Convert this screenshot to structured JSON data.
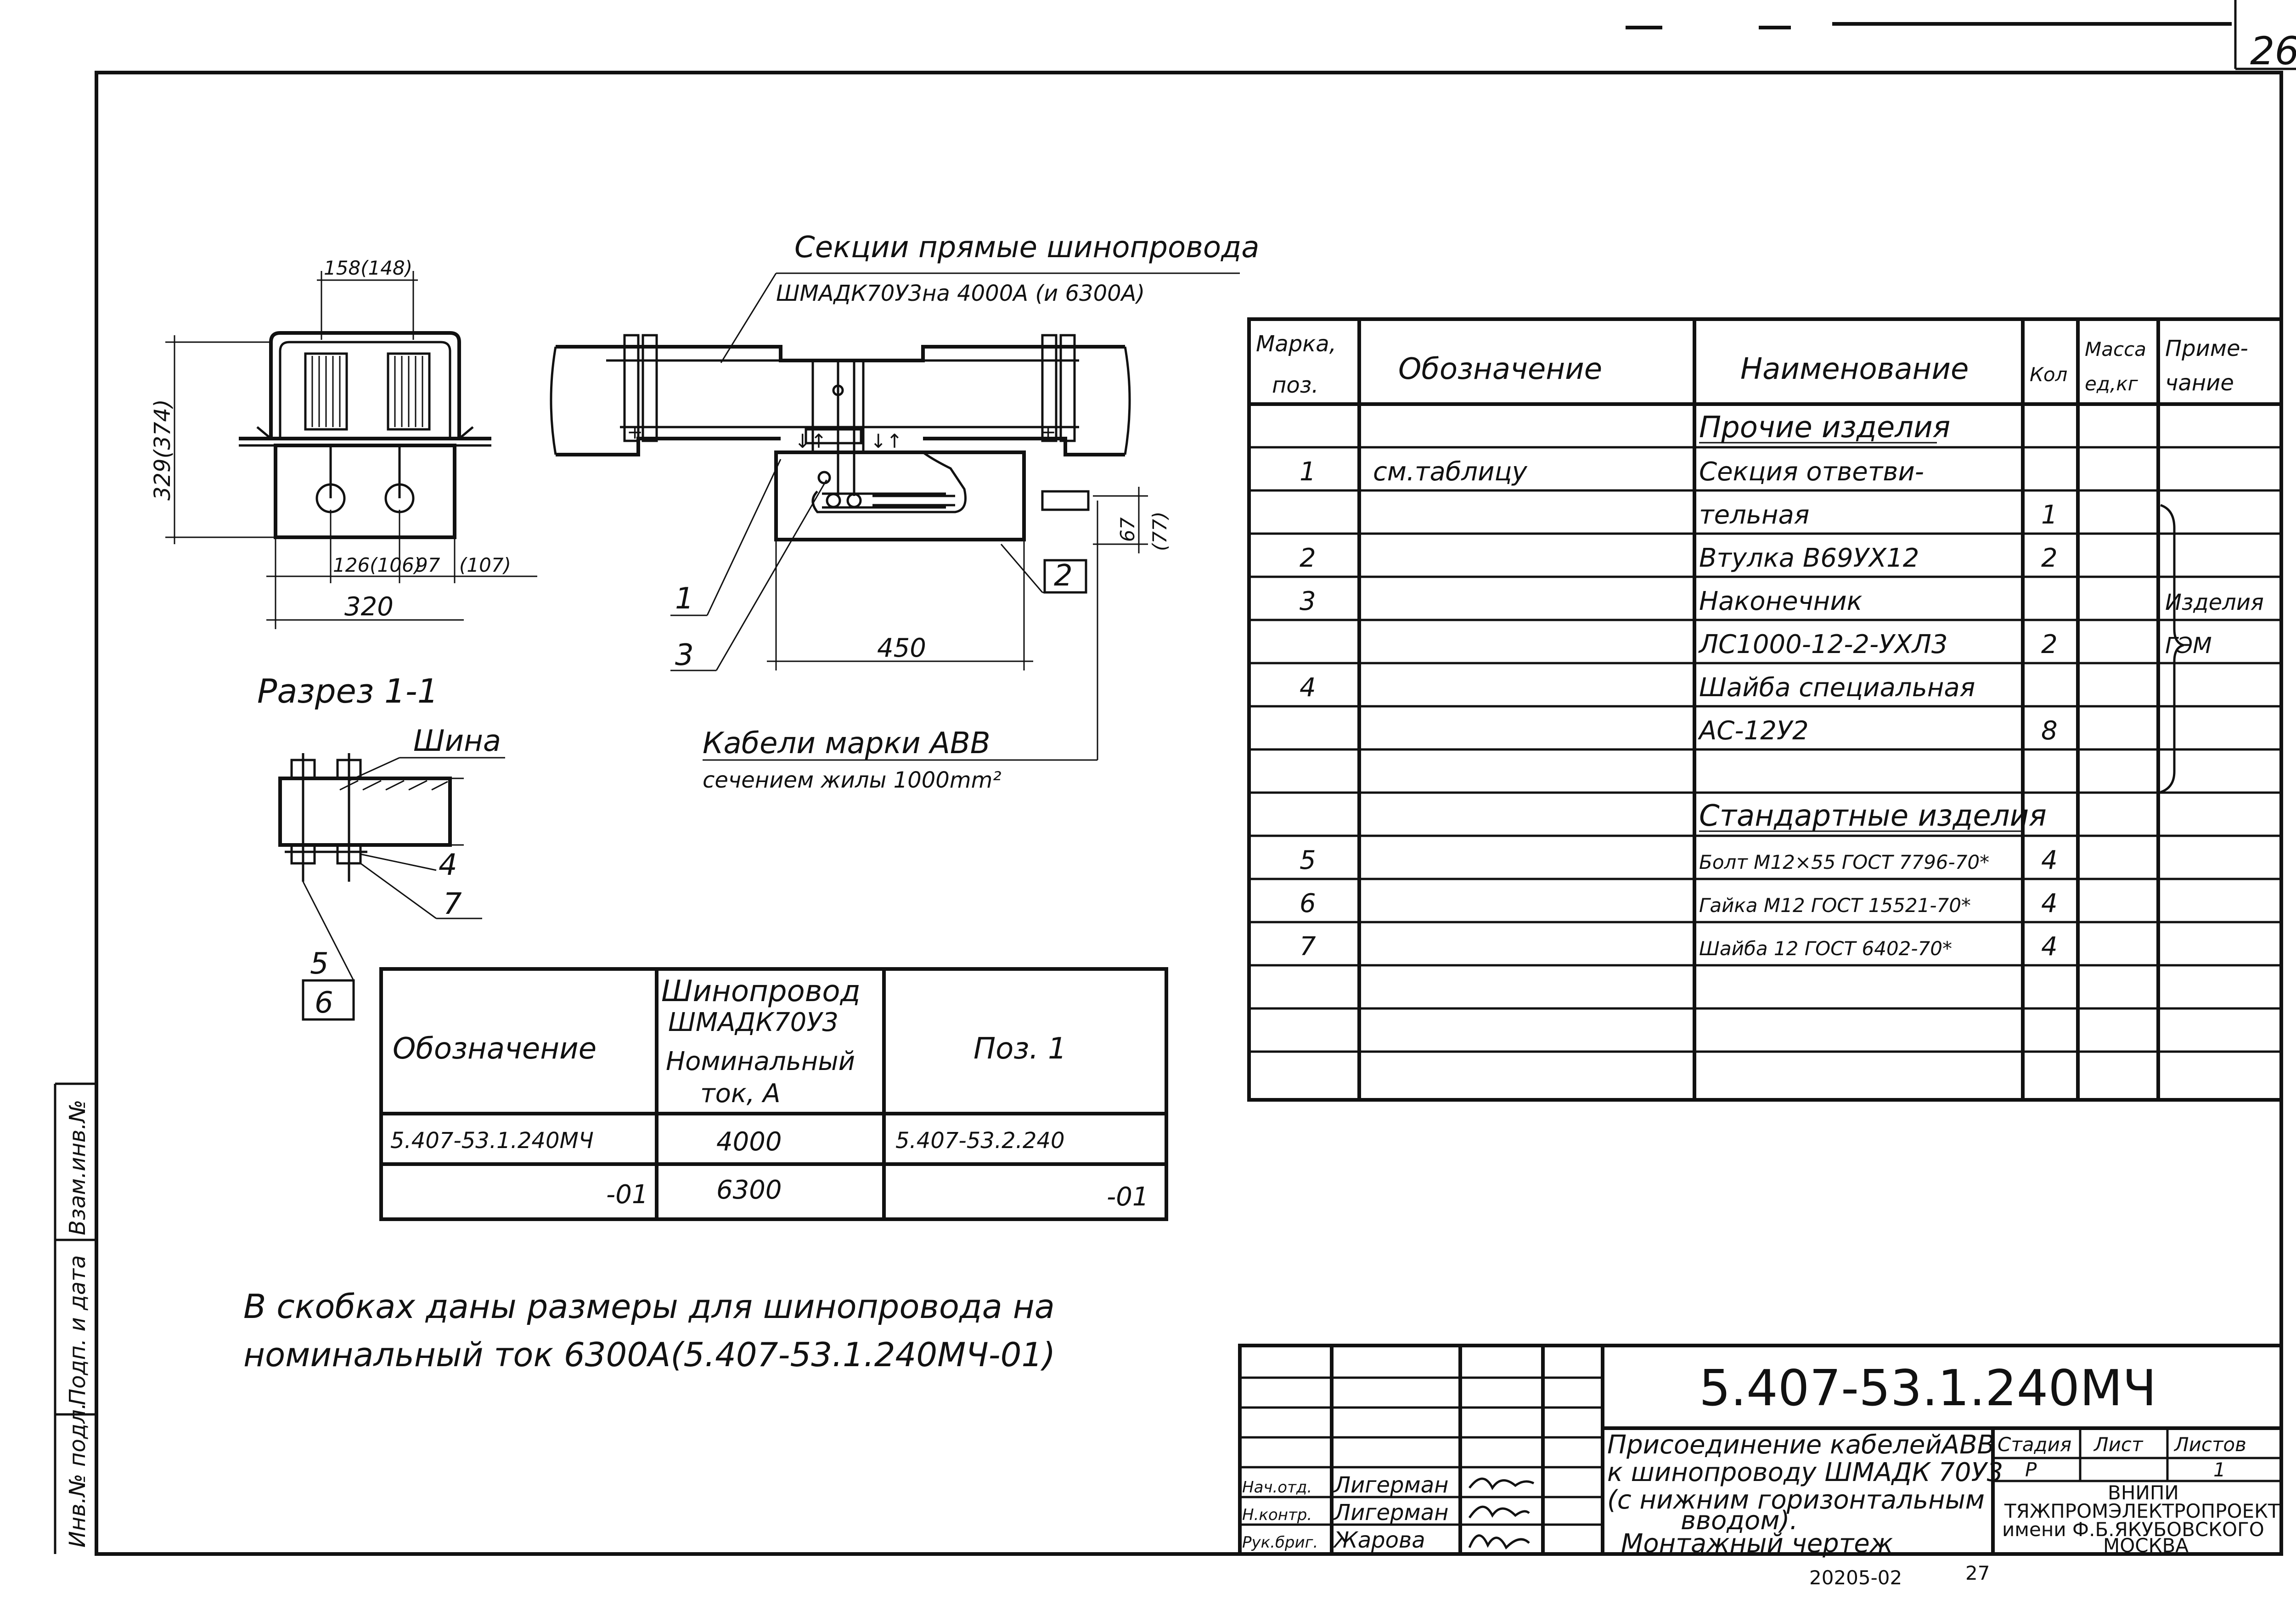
{
  "sheet_number": "26",
  "drawing": {
    "callout_title_1": "Секции прямые шинопровода",
    "callout_title_2": "ШМАДК70У3на 4000А (и 6300А)",
    "dim_width_top": "158(148)",
    "dim_height": "329(374)",
    "dim_pitch_1": "126(106)",
    "dim_pitch_2": "97",
    "dim_pitch_3": "(107)",
    "dim_width": "320",
    "dim_length": "450",
    "dim_offset_1": "67",
    "dim_offset_2": "(77)",
    "section_label": "Разрез 1-1",
    "bus_label": "Шина",
    "cable_label_1": "Кабели марки АВВ",
    "cable_label_2": "сечением жилы 1000mm²",
    "callouts": [
      "1",
      "2",
      "3",
      "4",
      "7",
      "5",
      "6"
    ]
  },
  "spec_table": {
    "headers": [
      "Марка, поз.",
      "Обозначение",
      "Наименование",
      "Кол",
      "Масса ед, кг",
      "Приме-чание"
    ],
    "rows": [
      {
        "pos": "",
        "designation": "",
        "name": "Прочие изделия",
        "qty": "",
        "mass": "",
        "note": ""
      },
      {
        "pos": "1",
        "designation": "см.таблицу",
        "name": "Секция ответви-",
        "qty": "",
        "mass": "",
        "note": ""
      },
      {
        "pos": "",
        "designation": "",
        "name": "тельная",
        "qty": "1",
        "mass": "",
        "note": ""
      },
      {
        "pos": "2",
        "designation": "",
        "name": "Втулка В69УХ12",
        "qty": "2",
        "mass": "",
        "note": ""
      },
      {
        "pos": "3",
        "designation": "",
        "name": "Наконечник",
        "qty": "",
        "mass": "",
        "note": "Изделия"
      },
      {
        "pos": "",
        "designation": "",
        "name": "ЛС1000-12-2-УХЛ3",
        "qty": "2",
        "mass": "",
        "note": "ГЭМ"
      },
      {
        "pos": "4",
        "designation": "",
        "name": "Шайба специальная",
        "qty": "",
        "mass": "",
        "note": ""
      },
      {
        "pos": "",
        "designation": "",
        "name": "АС-12У2",
        "qty": "8",
        "mass": "",
        "note": ""
      },
      {
        "pos": "",
        "designation": "",
        "name": "",
        "qty": "",
        "mass": "",
        "note": ""
      },
      {
        "pos": "",
        "designation": "",
        "name": "Стандартные изделия",
        "qty": "",
        "mass": "",
        "note": ""
      },
      {
        "pos": "5",
        "designation": "",
        "name": "Болт М12×55 ГОСТ 7796-70*",
        "qty": "4",
        "mass": "",
        "note": ""
      },
      {
        "pos": "6",
        "designation": "",
        "name": "Гайка М12 ГОСТ 15521-70*",
        "qty": "4",
        "mass": "",
        "note": ""
      },
      {
        "pos": "7",
        "designation": "",
        "name": "Шайба 12 ГОСТ 6402-70*",
        "qty": "4",
        "mass": "",
        "note": ""
      },
      {
        "pos": "",
        "designation": "",
        "name": "",
        "qty": "",
        "mass": "",
        "note": ""
      },
      {
        "pos": "",
        "designation": "",
        "name": "",
        "qty": "",
        "mass": "",
        "note": ""
      }
    ]
  },
  "variant_table": {
    "headers": [
      "Обозначение",
      "Шинопровод",
      "ШМАДК70У3",
      "Номинальный",
      "ток, А",
      "Поз. 1"
    ],
    "rows": [
      {
        "designation": "5.407-53.1.240МЧ",
        "current": "4000",
        "pos1": "5.407-53.2.240"
      },
      {
        "designation": "-01",
        "current": "6300",
        "pos1": "-01"
      }
    ]
  },
  "note": {
    "line1": "В скобках даны размеры для шинопровода на",
    "line2": "номинальный ток 6300А(5.407-53.1.240МЧ-01)"
  },
  "title_block": {
    "code": "5.407-53.1.240МЧ",
    "title_lines": [
      "Присоединение кабелейАВВ",
      "к шинопроводу ШМАДК 70У3",
      "(с нижним горизонтальным",
      "вводом).",
      "Монтажный чертеж"
    ],
    "stage_label": "Стадия",
    "sheet_label": "Лист",
    "sheets_label": "Листов",
    "stage_value": "Р",
    "sheets_value": "1",
    "org_lines": [
      "ВНИПИ",
      "ТЯЖПРОМЭЛЕКТРОПРОЕКТ",
      "имени Ф.Б.ЯКУБОВСКОГО",
      "МОСКВА"
    ],
    "signers": [
      {
        "role": "Нач.отд.",
        "name": "Лигерман"
      },
      {
        "role": "Н.контр.",
        "name": "Лигерман"
      },
      {
        "role": "Рук.бриг.",
        "name": "Жарова"
      }
    ]
  },
  "side_stamp": [
    "Взам.инв.№",
    "Подп. и дата",
    "Инв.№ подл."
  ],
  "bottom_code": "20205-02",
  "bottom_page": "27"
}
